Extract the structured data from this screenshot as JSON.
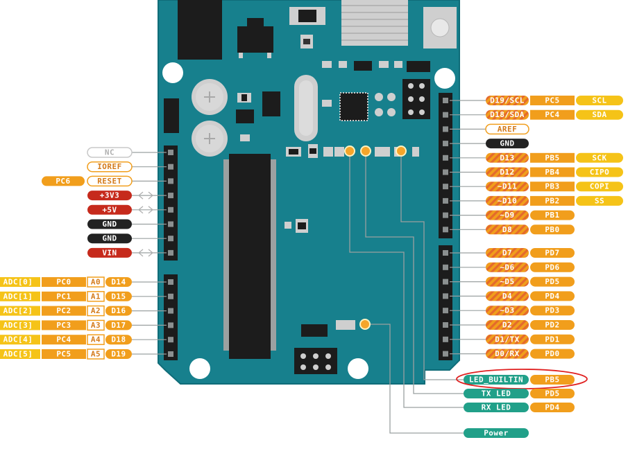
{
  "colors": {
    "board": "#17808d",
    "board_edge": "#0f6c78",
    "orange": "#f19e1c",
    "yellow": "#f5c318",
    "hatch": "#e46a2c",
    "red": "#c62a1c",
    "black": "#222222",
    "teal": "#21a089",
    "highlight": "#e02020",
    "trace": "#9aa0a0"
  },
  "left_header": [
    {
      "pin": "NC",
      "style": "outline-gray",
      "arrow": false
    },
    {
      "pin": "IOREF",
      "style": "outline-orange",
      "arrow": false
    },
    {
      "pin": "RESET",
      "style": "outline-orange",
      "port": "PC6",
      "arrow": false
    },
    {
      "pin": "+3V3",
      "style": "red",
      "arrow": true
    },
    {
      "pin": "+5V",
      "style": "red",
      "arrow": true
    },
    {
      "pin": "GND",
      "style": "black",
      "arrow": false
    },
    {
      "pin": "GND",
      "style": "black",
      "arrow": false
    },
    {
      "pin": "VIN",
      "style": "red",
      "arrow": true
    }
  ],
  "analog_pins": [
    {
      "adc": "ADC[0]",
      "port": "PC0",
      "a": "A0",
      "d": "D14"
    },
    {
      "adc": "ADC[1]",
      "port": "PC1",
      "a": "A1",
      "d": "D15"
    },
    {
      "adc": "ADC[2]",
      "port": "PC2",
      "a": "A2",
      "d": "D16"
    },
    {
      "adc": "ADC[3]",
      "port": "PC3",
      "a": "A3",
      "d": "D17"
    },
    {
      "adc": "ADC[4]",
      "port": "PC4",
      "a": "A4",
      "d": "D18"
    },
    {
      "adc": "ADC[5]",
      "port": "PC5",
      "a": "A5",
      "d": "D19"
    }
  ],
  "right_header_top": [
    {
      "pin": "D19/SCL",
      "port": "PC5",
      "func": "SCL"
    },
    {
      "pin": "D18/SDA",
      "port": "PC4",
      "func": "SDA"
    },
    {
      "pin": "AREF",
      "style": "outline"
    },
    {
      "pin": "GND",
      "style": "black"
    },
    {
      "pin": "D13",
      "port": "PB5",
      "func": "SCK"
    },
    {
      "pin": "D12",
      "port": "PB4",
      "func": "CIPO"
    },
    {
      "pin": "~D11",
      "port": "PB3",
      "func": "COPI"
    },
    {
      "pin": "~D10",
      "port": "PB2",
      "func": "SS"
    },
    {
      "pin": "~D9",
      "port": "PB1"
    },
    {
      "pin": "D8",
      "port": "PB0"
    }
  ],
  "right_header_bottom": [
    {
      "pin": "D7",
      "port": "PD7"
    },
    {
      "pin": "~D6",
      "port": "PD6"
    },
    {
      "pin": "~D5",
      "port": "PD5"
    },
    {
      "pin": "D4",
      "port": "PD4"
    },
    {
      "pin": "~D3",
      "port": "PD3"
    },
    {
      "pin": "D2",
      "port": "PD2"
    },
    {
      "pin": "D1/TX",
      "port": "PD1"
    },
    {
      "pin": "D0/RX",
      "port": "PD0"
    }
  ],
  "leds": [
    {
      "name": "LED_BUILTIN",
      "port": "PB5",
      "highlighted": true
    },
    {
      "name": "TX LED",
      "port": "PD5"
    },
    {
      "name": "RX LED",
      "port": "PD4"
    },
    {
      "name": "Power"
    }
  ]
}
